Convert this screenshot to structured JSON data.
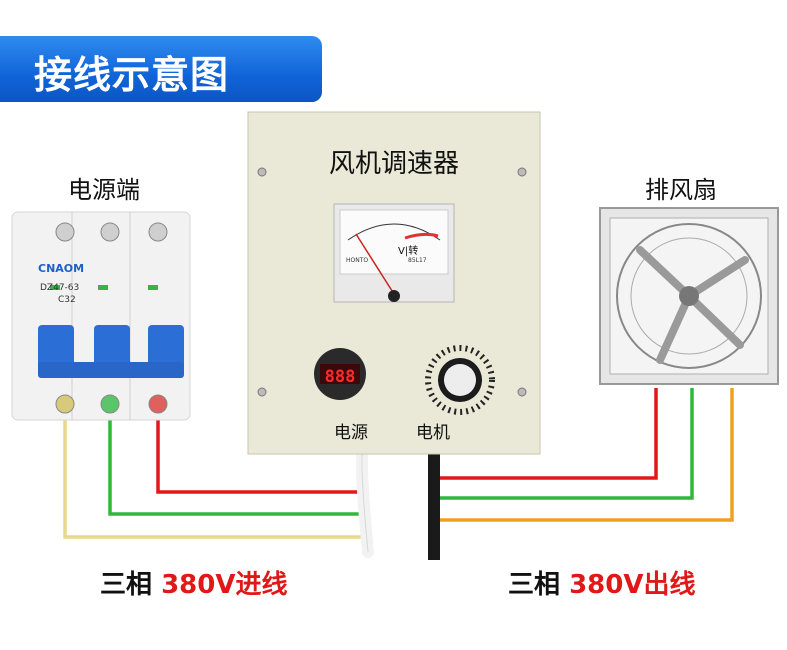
{
  "banner": {
    "title": "接线示意图"
  },
  "breaker": {
    "label": "电源端",
    "brand": "CNAOM",
    "model": "DZ47-63",
    "rating": "C32"
  },
  "controller": {
    "title": "风机调速器",
    "meter_unit": "V|转",
    "meter_brand": "HONTO",
    "meter_model": "85L17",
    "display": "888",
    "power_label": "电源",
    "motor_label": "电机"
  },
  "fan": {
    "label": "排风扇"
  },
  "input": {
    "prefix": "三相",
    "value": "380V进线"
  },
  "output": {
    "prefix": "三相",
    "value": "380V出线"
  },
  "colors": {
    "banner": "#1a6fe0",
    "red_wire": "#e01818",
    "green_wire": "#2fb83a",
    "yellow_wire": "#e8d98a",
    "orange_wire": "#f0a020",
    "panel": "#eae8d6"
  }
}
